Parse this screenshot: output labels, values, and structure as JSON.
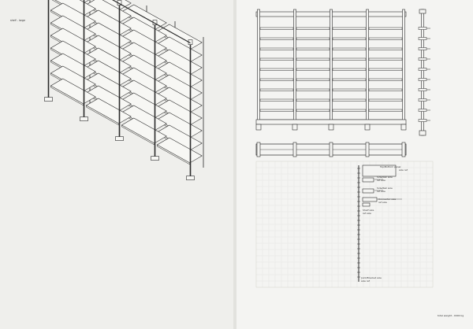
{
  "left_page": {
    "title": "shelf  -  large"
  },
  "right_page": {
    "callouts": {
      "top": "Top/Bottom panel",
      "top_dims": "size  ref",
      "c1": "Side/Rail  size",
      "c1_dims": "ref  size",
      "c2": "Side/Rail  size",
      "c2_dims": "ref  size",
      "c3": "Connector  size",
      "c3_dims": "ref  size",
      "c4": "Shelf  size",
      "c4_dims": "ref  size",
      "bottom": "Joint/Bracket  size",
      "bottom_dims": "size  ref"
    },
    "footer": "total weight  -  0000 kg"
  }
}
